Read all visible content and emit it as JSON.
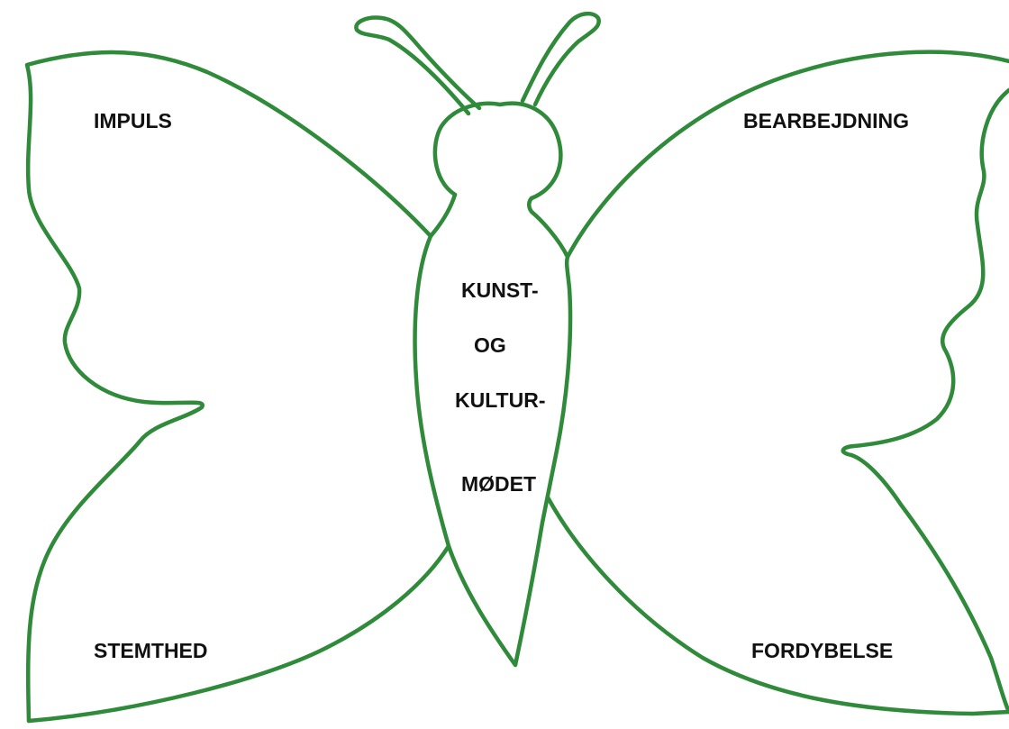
{
  "colors": {
    "outline": "#2f8a3a",
    "text": "#111111",
    "background": "#ffffff"
  },
  "wings": {
    "upper_left": "IMPULS",
    "upper_right": "BEARBEJDNING",
    "lower_left": "STEMTHED",
    "lower_right": "FORDYBELSE"
  },
  "body": {
    "line1": "KUNST-",
    "line2": "OG",
    "line3": "KULTUR-",
    "line4": "MØDET"
  }
}
